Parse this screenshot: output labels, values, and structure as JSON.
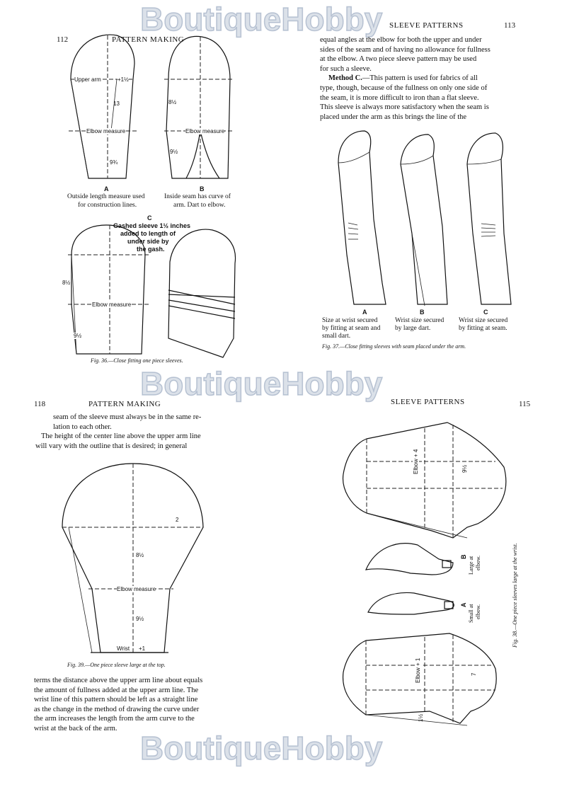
{
  "watermark": "BoutiqueHobby",
  "p112": {
    "page_num": "112",
    "header": "PATTERN MAKING",
    "fig_a": {
      "upper_arm": "Upper arm",
      "plus": "+1½",
      "v13": "13",
      "elbow": "Elbow measure",
      "v934": "9¾",
      "letter": "A",
      "caption_1": "Outside length measure used",
      "caption_2": "for construction lines."
    },
    "fig_b": {
      "v812": "8½",
      "elbow": "Elbow measure",
      "v912": "9½",
      "letter": "B",
      "caption_1": "Inside seam has curve of",
      "caption_2": "arm.  Dart to elbow."
    },
    "fig_c": {
      "letter": "C",
      "note_1": "Gashed sleeve 1½ inches",
      "note_2": "added to length of",
      "note_3": "under side by",
      "note_4": "the gash.",
      "v812": "8½",
      "elbow": "Elbow measure",
      "v912": "9½"
    },
    "fig_caption": "Fig. 36.—Close fitting one piece sleeves."
  },
  "p113": {
    "header": "SLEEVE PATTERNS",
    "page_num": "113",
    "lines": [
      "equal angles at the elbow for both the upper and under",
      "sides of the seam and of having no allowance for fullness",
      "at the elbow.  A two piece sleeve pattern may be used",
      "for such a sleeve."
    ],
    "method_title": "Method C.",
    "method_lines": [
      "—This pattern is used for fabrics of all",
      "type, though, because of the fullness on only one side of",
      "the seam, it is more difficult to iron than a flat sleeve.",
      "This sleeve is always more satisfactory when the seam is",
      "placed under the arm as this brings the line of the"
    ],
    "captions": [
      {
        "letter": "A",
        "l1": "Size at wrist secured",
        "l2": "by fitting at seam and",
        "l3": "small dart."
      },
      {
        "letter": "B",
        "l1": "Wrist size secured",
        "l2": "by large dart.",
        "l3": ""
      },
      {
        "letter": "C",
        "l1": "Wrist size secured",
        "l2": "by fitting at seam.",
        "l3": ""
      }
    ],
    "fig_caption": "Fig. 37.—Close fitting sleeves with seam placed under the arm."
  },
  "p118": {
    "page_num": "118",
    "header": "PATTERN MAKING",
    "lines_top": [
      "seam of the sleeve must always be in the same re-",
      "lation to each other.",
      "The height of the center line above the upper arm line",
      "will vary with the outline that is desired; in general"
    ],
    "fig": {
      "v2": "2",
      "v812": "8½",
      "elbow": "Elbow measure",
      "v912": "9½",
      "wrist": "Wrist",
      "plus1": "+1"
    },
    "fig_caption": "Fig. 39.—One piece sleeve large at the top.",
    "lines_bottom": [
      "terms the distance above the upper arm line about equals",
      "the amount of fullness added at the upper arm line.  The",
      "wrist line of this pattern should be left as a straight line",
      "as the change in the method of drawing the curve under",
      "the arm increases the length from the arm curve to the",
      "wrist at the back of the arm."
    ]
  },
  "p115": {
    "header": "SLEEVE PATTERNS",
    "page_num": "115",
    "top": {
      "elbow": "Elbow + 4",
      "v912": "9½"
    },
    "label_b": {
      "letter": "B",
      "l1": "Large at",
      "l2": "elbow."
    },
    "label_a": {
      "letter": "A",
      "l1": "Small at",
      "l2": "elbow."
    },
    "bottom": {
      "elbow": "Elbow + 1",
      "v7": "7",
      "v112": "1½"
    },
    "fig_caption": "Fig. 38.—One piece sleeves large at the wrist."
  }
}
